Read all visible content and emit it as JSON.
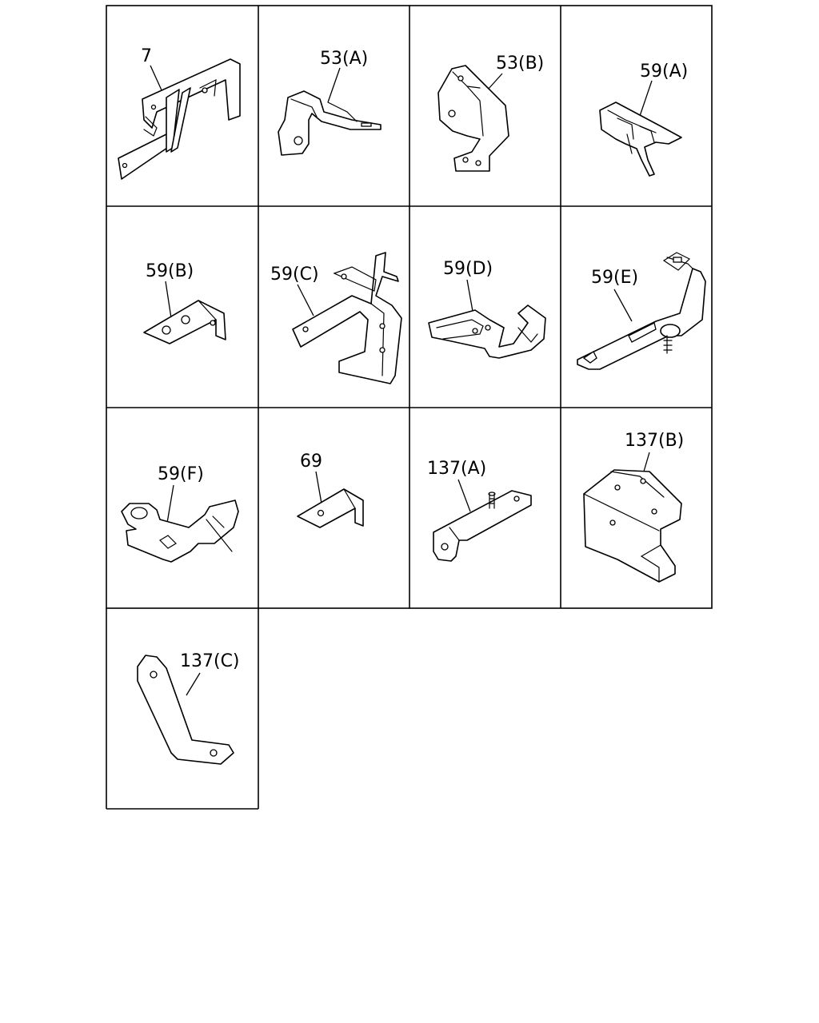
{
  "diagram": {
    "cells": [
      {
        "id": "c1",
        "label": "7"
      },
      {
        "id": "c2",
        "label": "53(A)"
      },
      {
        "id": "c3",
        "label": "53(B)"
      },
      {
        "id": "c4",
        "label": "59(A)"
      },
      {
        "id": "c5",
        "label": "59(B)"
      },
      {
        "id": "c6",
        "label": "59(C)"
      },
      {
        "id": "c7",
        "label": "59(D)"
      },
      {
        "id": "c8",
        "label": "59(E)"
      },
      {
        "id": "c9",
        "label": "59(F)"
      },
      {
        "id": "c10",
        "label": "69"
      },
      {
        "id": "c11",
        "label": "137(A)"
      },
      {
        "id": "c12",
        "label": "137(B)"
      },
      {
        "id": "c13",
        "label": "137(C)"
      }
    ]
  }
}
